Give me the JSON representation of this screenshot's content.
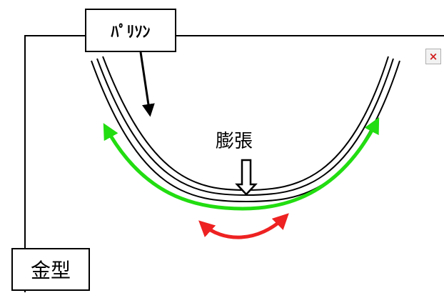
{
  "labels": {
    "parison": "ﾊﾟﾘｿﾝ",
    "expansion": "膨張",
    "mold": "金型"
  },
  "close_button": {
    "glyph": "×",
    "icon": "close-icon"
  },
  "colors": {
    "line": "#000000",
    "mold_contact_arrow": "#22dd11",
    "thin_region_arrow": "#ee2222",
    "close_glyph": "#d11b1b"
  }
}
